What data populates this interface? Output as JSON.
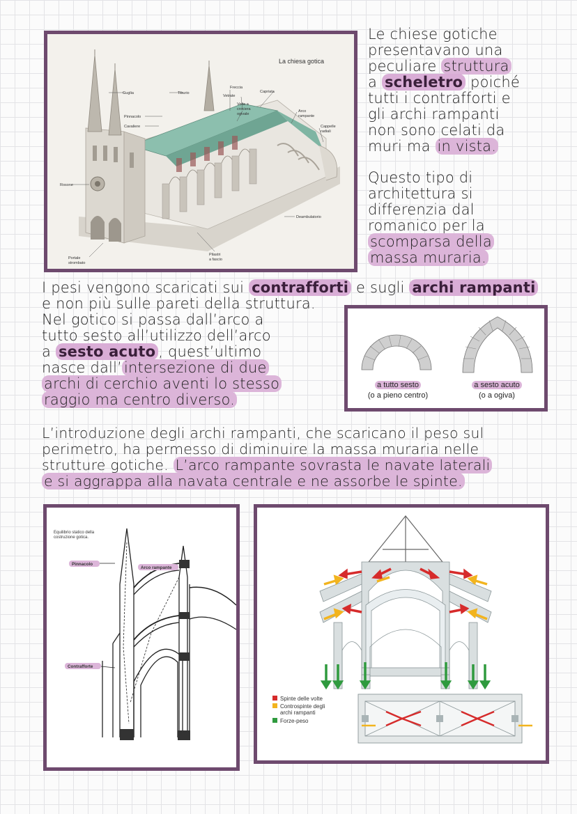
{
  "cathedral_figure": {
    "title": "La chiesa gotica",
    "labels": {
      "guglia": "Guglia",
      "tiburio": "Tiburio",
      "pinnacolo": "Pinnacolo",
      "cavaliere": "Cavaliere",
      "rosone": "Rosone",
      "portale": "Portale",
      "strombato": "strombato",
      "freccia": "Freccia",
      "vetrate": "Vetrate",
      "volta_1": "Volta a",
      "volta_2": "crociera",
      "volta_3": "ogivale",
      "capriata": "Capriata",
      "arco_1": "Arco",
      "arco_2": "rampante",
      "cappelle_1": "Cappelle",
      "cappelle_2": "radiali",
      "deambulatorio": "Deambulatorio",
      "pilastri_1": "Pilastri",
      "pilastri_2": "a fascio"
    }
  },
  "intro": {
    "l1": "Le chiese gotiche",
    "l2": "presentavano una",
    "l3a": "peculiare ",
    "l3b": "struttura",
    "l4a": "a ",
    "l4b": "scheletro",
    "l4c": " poiché",
    "l5": "tutti i contrafforti e",
    "l6": "gli archi rampanti",
    "l7": "non sono celati da",
    "l8a": "muri ma ",
    "l8b": "in vista."
  },
  "romanico": {
    "l1": "Questo tipo di",
    "l2": "architettura si",
    "l3": "differenzia dal",
    "l4": "romanico per la",
    "l5": "scomparsa della",
    "l6": "massa muraria."
  },
  "pesi": {
    "l1a": "I pesi vengono scaricati sui ",
    "l1b": "contrafforti",
    "l1c": " e sugli ",
    "l1d": "archi rampanti",
    "l2": "e non più sulle pareti della struttura.",
    "l3": "Nel gotico si passa dall’arco a",
    "l4": "tutto sesto all’utilizzo dell’arco",
    "l5a": "a ",
    "l5b": "sesto acuto",
    "l5c": ", quest’ultimo",
    "l6a": "nasce dall’",
    "l6b": "intersezione di due",
    "l7": "archi di cerchio aventi lo stesso",
    "l8": "raggio ma centro diverso."
  },
  "arches_figure": {
    "left_caption": "a tutto sesto",
    "left_sub": "(o a pieno centro)",
    "right_caption": "a sesto acuto",
    "right_sub": "(o a ogiva)"
  },
  "rampanti": {
    "l1": "L’introduzione degli archi rampanti, che scaricano il peso sul",
    "l2": "perimetro, ha permesso di diminuire la massa muraria nelle",
    "l3a": "strutture gotiche. ",
    "l3b": "L’arco rampante sovrasta le navate laterali",
    "l4": "e si aggrappa alla navata centrale e ne assorbe le spinte."
  },
  "equilibrium_figure": {
    "title_1": "Equilibrio statico della",
    "title_2": "costruzione gotica.",
    "pinnacolo": "Pinnacolo",
    "arco_rampante": "Arco rampante",
    "contrafforte": "Contrafforte"
  },
  "forces_figure": {
    "legend": [
      {
        "label": "Spinte delle volte",
        "color": "#d62b2b"
      },
      {
        "label": "Controspinte degli",
        "color": "#f2b41e"
      },
      {
        "label": "archi rampanti",
        "color": ""
      },
      {
        "label": "Forze-peso",
        "color": "#2f9a3e"
      }
    ]
  },
  "colors": {
    "frame": "#6e4a6e",
    "highlight": "#dcb5d9",
    "roof": "#7fb5a3",
    "red_arrow": "#d62b2b",
    "yellow_arrow": "#f2b41e",
    "green_arrow": "#2f9a3e"
  }
}
